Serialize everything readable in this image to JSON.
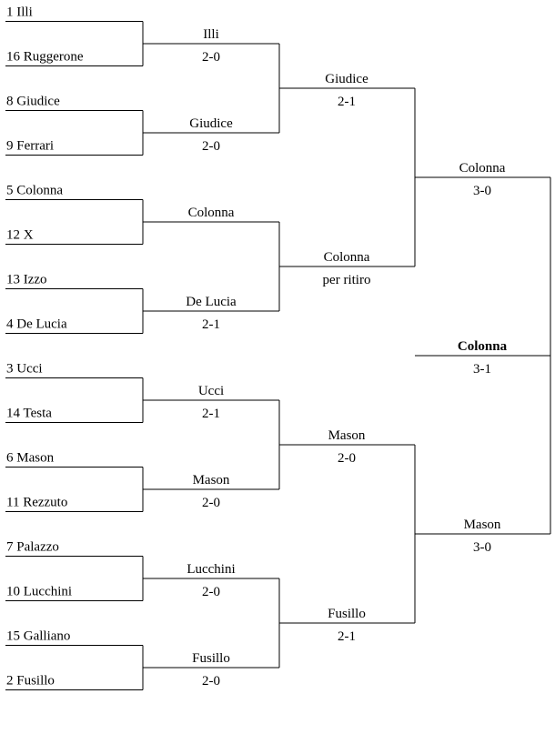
{
  "round1": [
    {
      "seed": "1",
      "name": "Illi"
    },
    {
      "seed": "16",
      "name": "Ruggerone"
    },
    {
      "seed": "8",
      "name": "Giudice"
    },
    {
      "seed": "9",
      "name": "Ferrari"
    },
    {
      "seed": "5",
      "name": "Colonna"
    },
    {
      "seed": "12",
      "name": "X"
    },
    {
      "seed": "13",
      "name": "Izzo"
    },
    {
      "seed": "4",
      "name": "De Lucia"
    },
    {
      "seed": "3",
      "name": "Ucci"
    },
    {
      "seed": "14",
      "name": "Testa"
    },
    {
      "seed": "6",
      "name": "Mason"
    },
    {
      "seed": "11",
      "name": "Rezzuto"
    },
    {
      "seed": "7",
      "name": "Palazzo"
    },
    {
      "seed": "10",
      "name": "Lucchini"
    },
    {
      "seed": "15",
      "name": "Galliano"
    },
    {
      "seed": "2",
      "name": "Fusillo"
    }
  ],
  "round2": [
    {
      "name": "Illi",
      "score": "2-0"
    },
    {
      "name": "Giudice",
      "score": "2-0"
    },
    {
      "name": "Colonna",
      "score": ""
    },
    {
      "name": "De Lucia",
      "score": "2-1"
    },
    {
      "name": "Ucci",
      "score": "2-1"
    },
    {
      "name": "Mason",
      "score": "2-0"
    },
    {
      "name": "Lucchini",
      "score": "2-0"
    },
    {
      "name": "Fusillo",
      "score": "2-0"
    }
  ],
  "round3": [
    {
      "name": "Giudice",
      "score": "2-1"
    },
    {
      "name": "Colonna",
      "score": "per ritiro"
    },
    {
      "name": "Mason",
      "score": "2-0"
    },
    {
      "name": "Fusillo",
      "score": "2-1"
    }
  ],
  "round4": [
    {
      "name": "Colonna",
      "score": "3-0"
    },
    {
      "name": "Mason",
      "score": "3-0"
    }
  ],
  "final": {
    "name": "Colonna",
    "score": "3-1"
  }
}
